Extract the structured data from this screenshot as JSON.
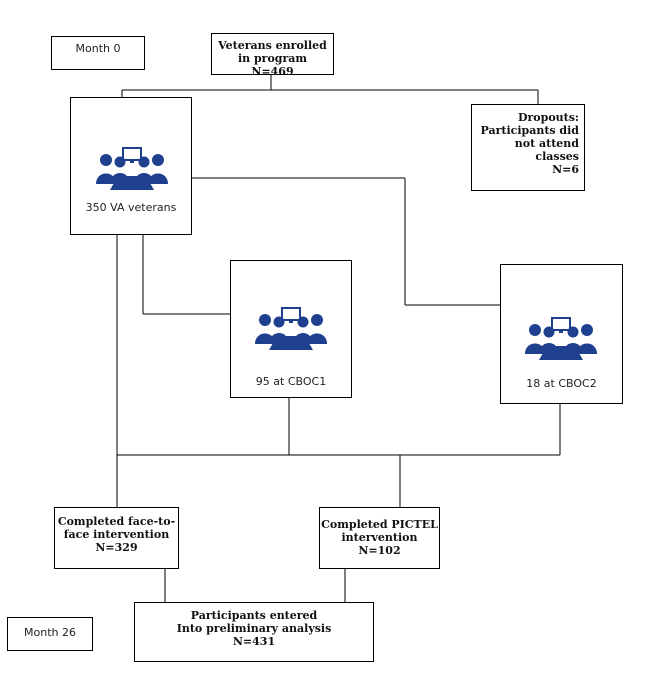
{
  "month_start": "Month 0",
  "month_end": "Month 26",
  "enrolled": {
    "line1": "Veterans enrolled in program",
    "line2": "N=469"
  },
  "dropouts": {
    "line1": "Dropouts:",
    "line2": "Participants did",
    "line3": "not attend",
    "line4": "classes",
    "line5": "N=6"
  },
  "site_va": {
    "label": "350 VA veterans",
    "icon": "group-meeting-icon"
  },
  "site_cboc1": {
    "label": "95 at CBOC1",
    "icon": "group-meeting-icon"
  },
  "site_cboc2": {
    "label": "18 at CBOC2",
    "icon": "group-meeting-icon"
  },
  "face_to_face": {
    "line1": "Completed face-to-",
    "line2": "face intervention",
    "line3": "N=329"
  },
  "pictel": {
    "line1": "Completed PICTEL",
    "line2": "intervention",
    "line3": "N=102"
  },
  "analysis": {
    "line1": "Participants entered",
    "line2": "Into preliminary analysis",
    "line3": "N=431"
  },
  "colors": {
    "icon": "#1f3f8f",
    "line": "#000000"
  }
}
